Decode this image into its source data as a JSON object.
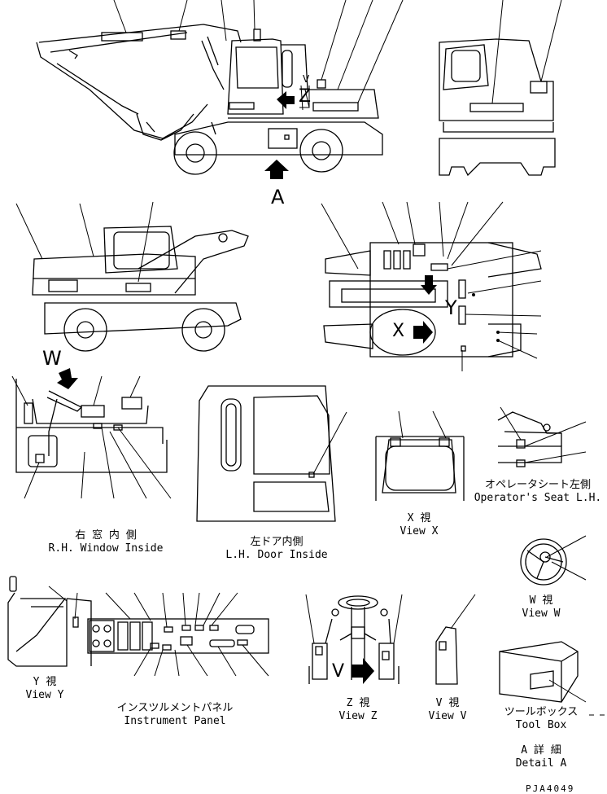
{
  "markers": {
    "A": "A",
    "W": "W",
    "X": "X",
    "Y": "Y",
    "Z": "Z",
    "V": "V"
  },
  "captions": [
    {
      "id": "rh-window",
      "ja": "右 窓 内 側",
      "en": "R.H. Window Inside"
    },
    {
      "id": "lh-door",
      "ja": "左ドア内側",
      "en": "L.H. Door Inside"
    },
    {
      "id": "view-x",
      "ja": "X 視",
      "en": "View X"
    },
    {
      "id": "op-seat",
      "ja": "オペレータシート左側",
      "en": "Operator's Seat L.H."
    },
    {
      "id": "view-w",
      "ja": "W 視",
      "en": "View W"
    },
    {
      "id": "view-y",
      "ja": "Y 視",
      "en": "View Y"
    },
    {
      "id": "instrument",
      "ja": "インスツルメントパネル",
      "en": "Instrument Panel"
    },
    {
      "id": "view-z",
      "ja": "Z 視",
      "en": "View Z"
    },
    {
      "id": "view-v",
      "ja": "V 視",
      "en": "View V"
    },
    {
      "id": "tool-box",
      "ja": "ツールボックス",
      "en": "Tool Box"
    },
    {
      "id": "detail-a",
      "ja": "A 詳 細",
      "en": "Detail A"
    }
  ],
  "drawing_code": "PJA4049"
}
